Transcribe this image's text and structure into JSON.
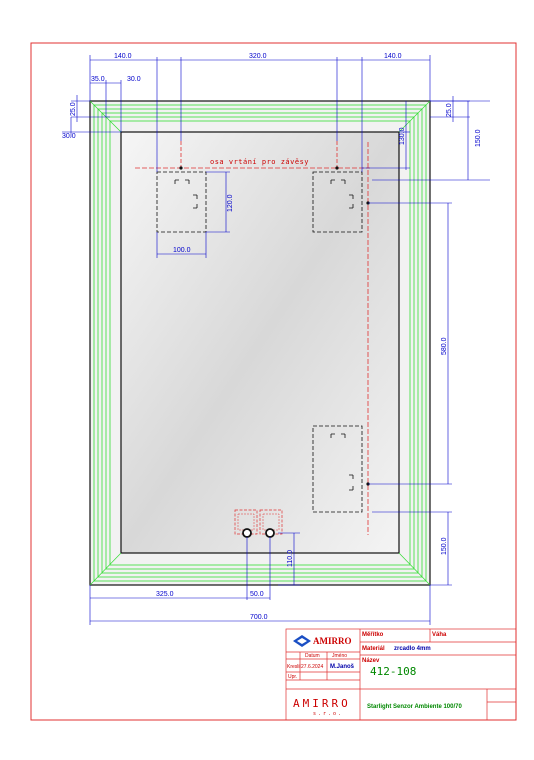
{
  "drawing": {
    "note_axis": "osa vrtání pro závěsy",
    "dimensions": {
      "top_left": "140.0",
      "top_mid": "320.0",
      "top_right": "140.0",
      "left_35": "35.0",
      "left_30a": "30.0",
      "left_25": "25.0",
      "left_30b": "30.0",
      "right_25": "25.0",
      "right_130": "130.0",
      "right_150_top": "150.0",
      "hanger_h": "120.0",
      "hanger_w": "100.0",
      "right_580": "580.0",
      "bottom_150": "150.0",
      "bottom_110": "110.0",
      "bottom_325": "325.0",
      "bottom_50": "50.0",
      "overall_700": "700.0"
    }
  },
  "title_block": {
    "logo_text": "AMIRRO",
    "meritko_label": "Měřítko",
    "vaha_label": "Váha",
    "material_label": "Materiál",
    "material_value": "zrcadlo 4mm",
    "nazev_label": "Název",
    "part_number": "412-108",
    "datum_label": "Datum",
    "jmeno_label": "Jméno",
    "kreslil_label": "Kreslil",
    "kreslil_date": "27.6.2024",
    "kreslil_name": "M.Janoš",
    "upr_label": "Upr.",
    "company": "AMIRRO",
    "company_suffix": "s.r.o.",
    "product_name": "Starlight Senzor Ambiente 100/70"
  }
}
